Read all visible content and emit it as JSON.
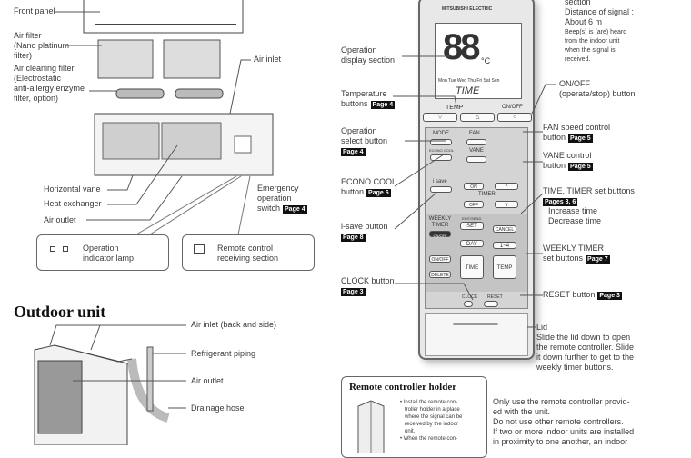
{
  "indoor": {
    "front_panel": "Front panel",
    "air_filter": [
      "Air filter",
      "(Nano platinum",
      "filter)"
    ],
    "air_cleaning_filter": [
      "Air cleaning filter",
      "(Electrostatic",
      "anti-allergy enzyme",
      "filter, option)"
    ],
    "air_inlet": "Air inlet",
    "horizontal_vane": "Horizontal vane",
    "heat_exchanger": "Heat exchanger",
    "air_outlet": "Air outlet",
    "emergency_switch": [
      "Emergency",
      "operation",
      "switch"
    ],
    "emergency_page": "Page 4",
    "indicator_box": [
      "Operation",
      "indicator lamp"
    ],
    "receiver_box": [
      "Remote control",
      "receiving section"
    ]
  },
  "outdoor": {
    "title": "Outdoor unit",
    "air_inlet": "Air inlet  (back and side)",
    "refrigerant_piping": "Refrigerant piping",
    "air_outlet": "Air outlet",
    "drainage_hose": "Drainage hose"
  },
  "remote_labels": {
    "display_section": [
      "Operation",
      "display section"
    ],
    "temperature": "Temperature",
    "temperature_2": "buttons",
    "temperature_page": "Page 4",
    "operation_select": [
      "Operation",
      "select button"
    ],
    "operation_select_page": "Page 4",
    "econo_cool": "ECONO COOL",
    "econo_cool_2": "button",
    "econo_cool_page": "Page 6",
    "isave": "i-save button",
    "isave_page": "Page 8",
    "clock": "CLOCK button",
    "clock_page": "Page 3",
    "signal": [
      "section",
      "Distance of signal :",
      "About 6 m"
    ],
    "beep": [
      "Beep(s) is (are) heard",
      "from the indoor unit",
      "when the signal is",
      "received."
    ],
    "onoff": [
      "ON/OFF",
      "(operate/stop) button"
    ],
    "fan": "FAN speed control",
    "fan_2": "button",
    "fan_page": "Page 5",
    "vane": "VANE control",
    "vane_2": "button",
    "vane_page": "Page 5",
    "timer": "TIME, TIMER set buttons",
    "timer_page": "Pages 3, 6",
    "timer_inc": "Increase time",
    "timer_dec": "Decrease time",
    "weekly": "WEEKLY TIMER",
    "weekly_2": "set buttons",
    "weekly_page": "Page 7",
    "reset": "RESET button",
    "reset_page": "Page 3",
    "lid": [
      "Lid",
      "Slide the lid down to open",
      "the remote controller. Slide",
      "it down further to get to the",
      "weekly timer buttons."
    ]
  },
  "remote": {
    "brand": "MITSUBISHI ELECTRIC",
    "temp": "88",
    "unit": "°C",
    "days": "Mon Tue Wed Thu Fri Sat Sun",
    "time": "TIME",
    "temp_label": "TEMP",
    "onoff": "ON/OFF",
    "mode": "MODE",
    "econo": "ECONO COOL",
    "fan": "FAN",
    "vane": "VANE",
    "isave": "i save",
    "timer_on": "ON",
    "timer_off": "OFF",
    "timer": "TIMER",
    "weekly_timer": "WEEKLY TIMER",
    "weekly_onoff": "ON/OFF",
    "edit_send": "EDIT/SEND",
    "set": "SET",
    "cancel": "CANCEL",
    "day": "DAY",
    "range": "1~4",
    "onoff2": "ON/OFF",
    "delete": "DELETE",
    "temp2": "TEMP",
    "clock": "CLOCK",
    "reset": "RESET"
  },
  "holder": {
    "title": "Remote controller holder",
    "bullets": [
      "• Install the remote con-",
      "troller holder in a place",
      "where the signal can be",
      "received by the indoor",
      "unit.",
      "• When the remote con-"
    ]
  },
  "note": [
    "Only use the remote controller provid-",
    "ed with the unit.",
    "Do not use other remote controllers.",
    "If two or more indoor units are installed",
    "in proximity to one another, an indoor"
  ]
}
